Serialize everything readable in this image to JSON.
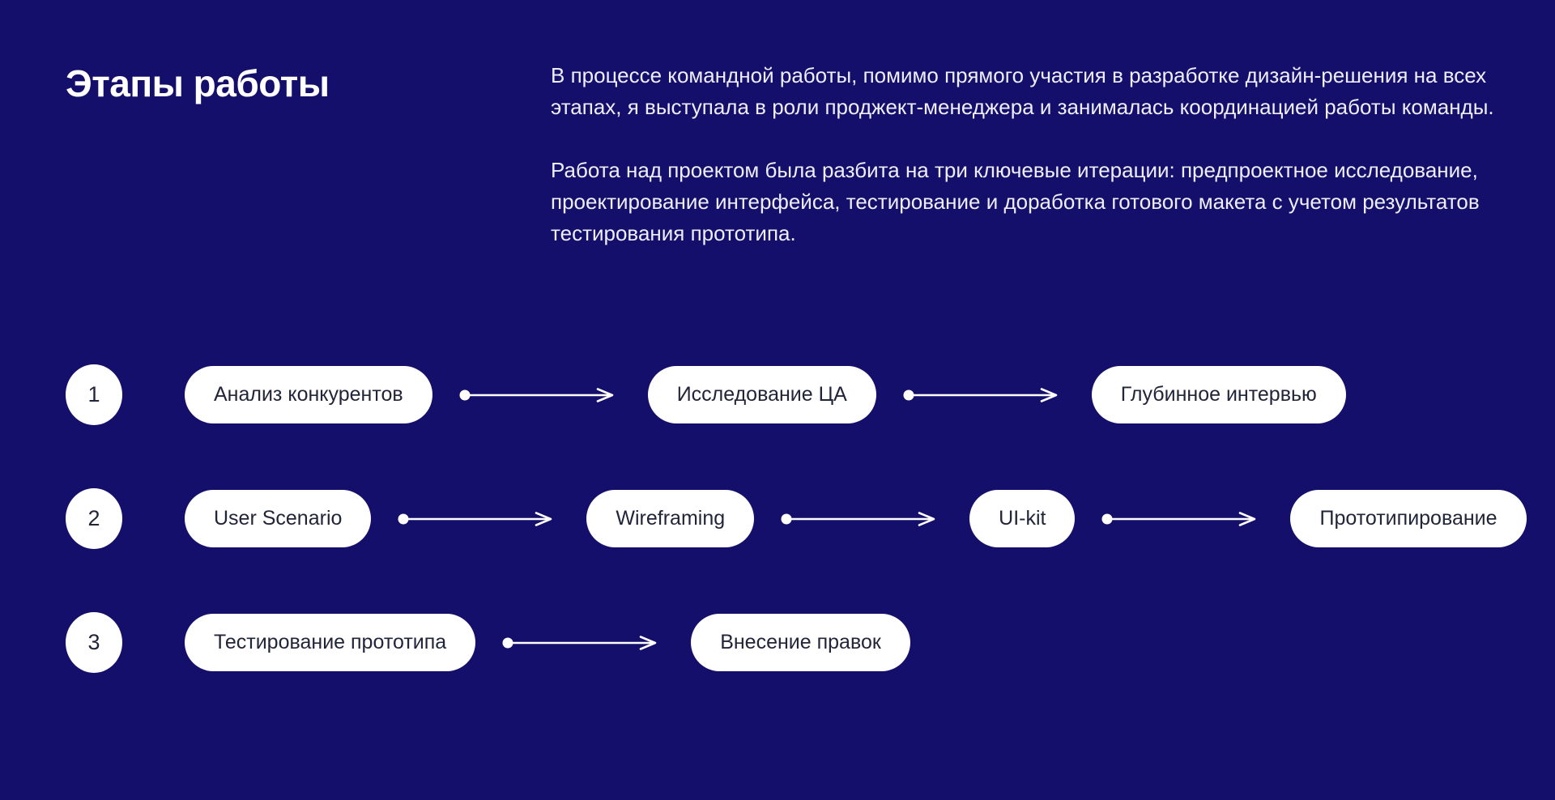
{
  "colors": {
    "background": "#140f6a",
    "pill_background": "#ffffff",
    "pill_text": "#212539",
    "heading_text": "#ffffff",
    "body_text": "#eeedf8",
    "arrow": "#ffffff"
  },
  "header": {
    "title": "Этапы работы"
  },
  "intro": {
    "paragraph1": "В процессе командной работы, помимо прямого участия в разработке дизайн-решения на всех этапах, я выступала в роли проджект-менеджера и занималась координацией работы команды.",
    "paragraph2": "Работа над проектом была разбита на три ключевые итерации: предпроектное исследование, проектирование интерфейса, тестирование и доработка готового макета с учетом результатов тестирования прототипа."
  },
  "icons": {
    "flow_arrow": "arrow-right-icon"
  },
  "rows": [
    {
      "number": "1",
      "steps": [
        "Анализ конкурентов",
        "Исследование ЦА",
        "Глубинное интервью"
      ]
    },
    {
      "number": "2",
      "steps": [
        "User Scenario",
        "Wireframing",
        "UI-kit",
        "Прототипирование"
      ]
    },
    {
      "number": "3",
      "steps": [
        "Тестирование прототипа",
        "Внесение правок"
      ]
    }
  ]
}
